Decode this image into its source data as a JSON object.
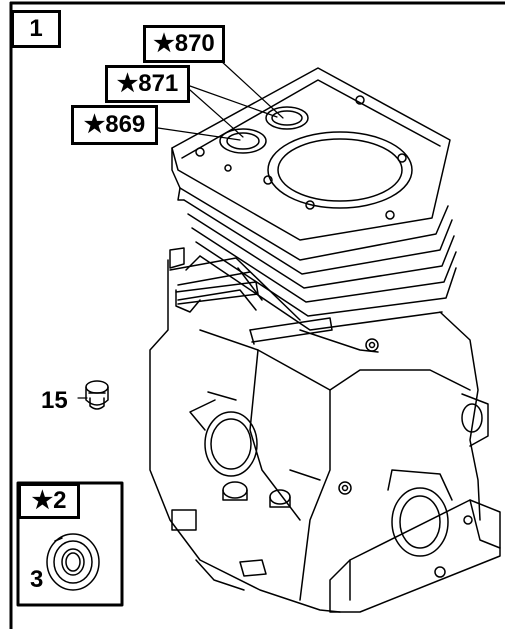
{
  "diagram": {
    "section_number": "1",
    "callouts": {
      "part_870": "★870",
      "part_871": "★871",
      "part_869": "★869",
      "part_2": "★2",
      "part_15": "15",
      "part_3": "3"
    },
    "colors": {
      "line": "#000000",
      "background": "#ffffff"
    }
  }
}
